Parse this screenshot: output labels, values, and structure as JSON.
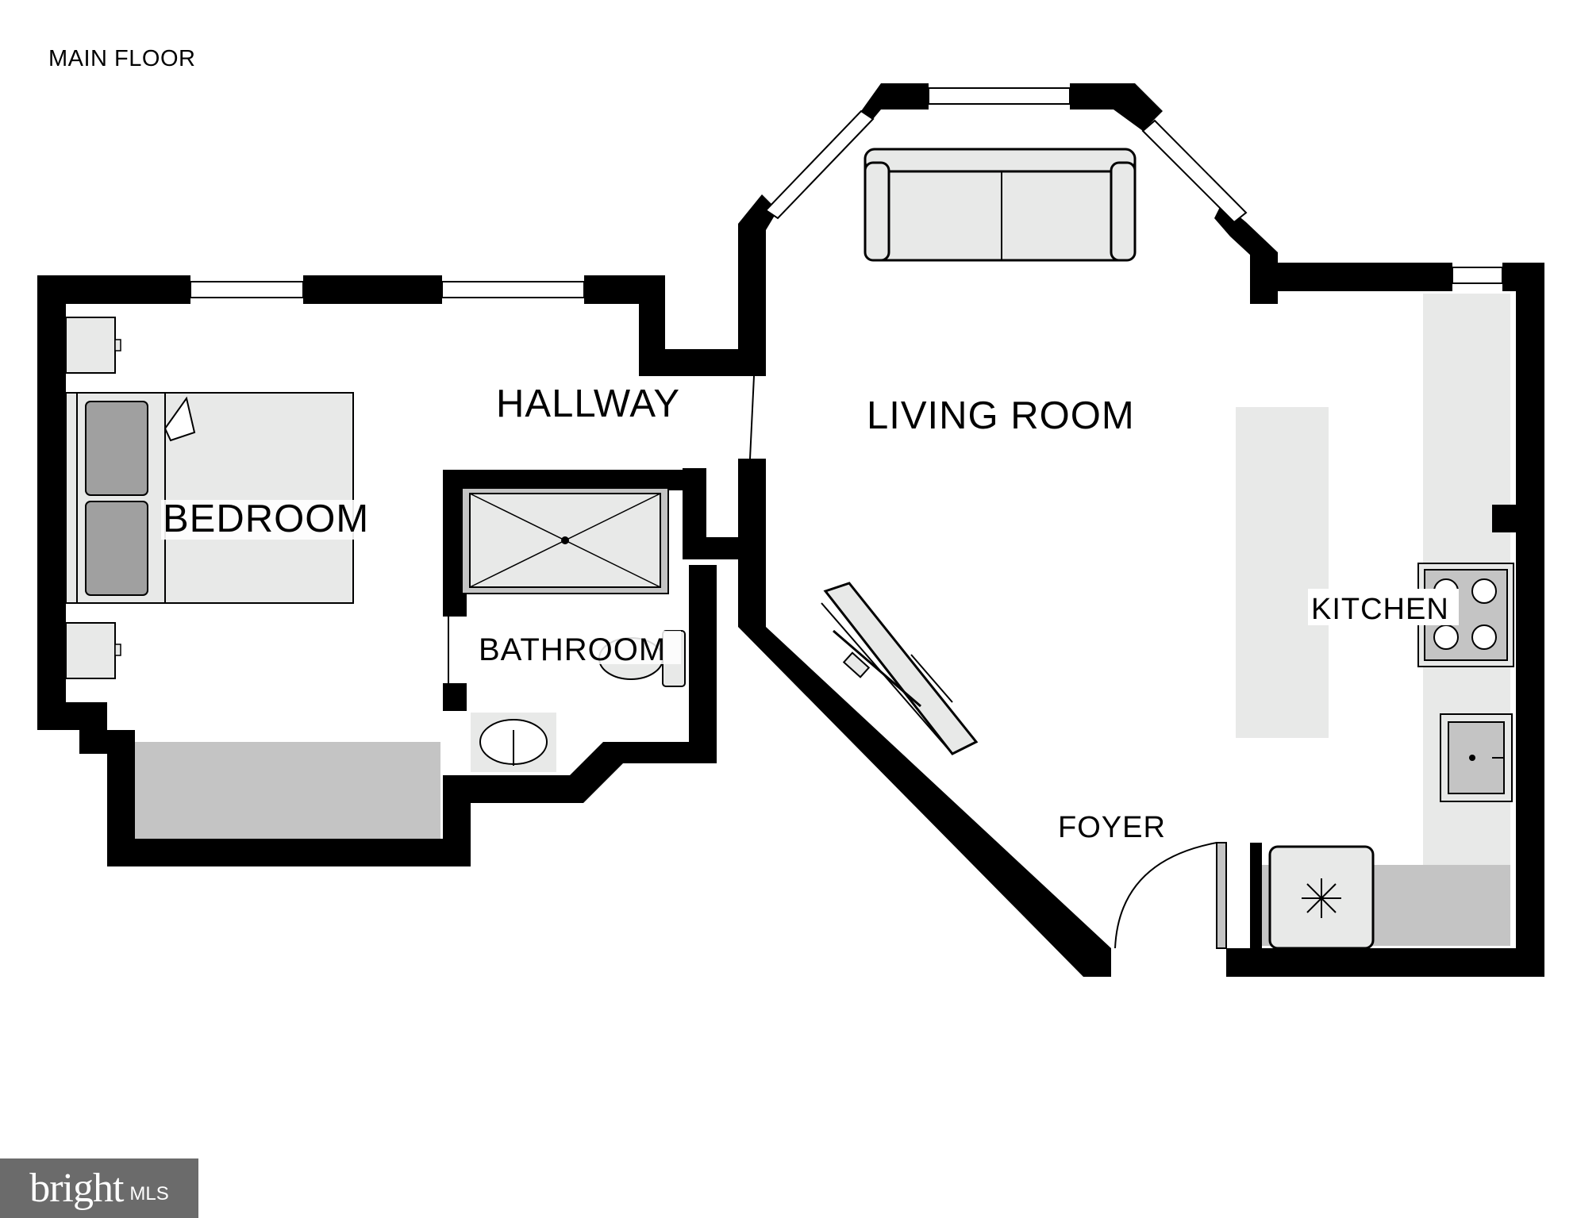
{
  "page": {
    "title": "MAIN FLOOR"
  },
  "rooms": {
    "bedroom": "BEDROOM",
    "hallway": "HALLWAY",
    "bathroom": "BATHROOM",
    "living_room": "LIVING ROOM",
    "kitchen": "KITCHEN",
    "foyer": "FOYER"
  },
  "watermark": {
    "brand": "bright",
    "tag": "MLS"
  },
  "colors": {
    "wall": "#000000",
    "furniture_fill": "#e8e9e8",
    "shaded_area": "#c4c4c4",
    "watermark_bg": "#6b6b6b"
  },
  "icons": [
    "bed-icon",
    "sofa-icon",
    "shower-icon",
    "sink-icon",
    "toilet-icon",
    "cooktop-icon",
    "fridge-icon",
    "tv-stand-icon",
    "door-swing-icon"
  ]
}
